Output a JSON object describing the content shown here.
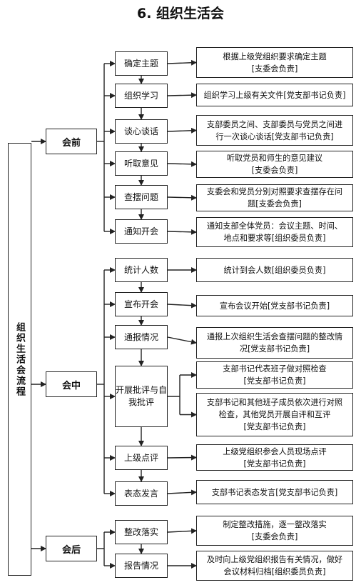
{
  "title": "6. 组织生活会",
  "root": "组织生活会流程",
  "phases": [
    {
      "label": "会前",
      "steps": [
        {
          "label": "确定主题",
          "details": [
            [
              "根据上级党组织要求确定主题",
              "[支委会负责]"
            ]
          ]
        },
        {
          "label": "组织学习",
          "details": [
            [
              "组织学习上级有关文件[党支部书记负责]"
            ]
          ]
        },
        {
          "label": "谈心谈话",
          "details": [
            [
              "支部委员之间、支部委员与党员之间进",
              "行一次谈心谈话[党支部书记负责]"
            ]
          ]
        },
        {
          "label": "听取意见",
          "details": [
            [
              "听取党员和师生的意见建议",
              "[支委会负责]"
            ]
          ]
        },
        {
          "label": "查摆问题",
          "details": [
            [
              "支委会和党员分别对照要求查摆存在问",
              "题[支委会负责]"
            ]
          ]
        },
        {
          "label": "通知开会",
          "details": [
            [
              "通知支部全体党员：会议主题、时间、",
              "地点和要求等[组织委员负责]"
            ]
          ]
        }
      ]
    },
    {
      "label": "会中",
      "steps": [
        {
          "label": "统计人数",
          "details": [
            [
              "统计到会人数[组织委员负责]"
            ]
          ]
        },
        {
          "label": "宣布开会",
          "details": [
            [
              "宣布会议开始[党支部书记负责]"
            ]
          ]
        },
        {
          "label": "通报情况",
          "details": [
            [
              "通报上次组织生活会查摆问题的整改情",
              "况[党支部书记负责]"
            ]
          ]
        },
        {
          "label": "开展批评与自我批评",
          "details": [
            [
              "支部书记代表班子做对照检查",
              "[党支部书记负责]"
            ],
            [
              "支部书记和其他班子成员依次进行对照",
              "检查，其他党员开展自评和互评",
              "[党支部书记负责]"
            ]
          ]
        },
        {
          "label": "上级点评",
          "details": [
            [
              "上级党组织参会人员现场点评",
              "[党支部书记负责]"
            ]
          ]
        },
        {
          "label": "表态发言",
          "details": [
            [
              "支部书记表态发言[党支部书记负责]"
            ]
          ]
        }
      ]
    },
    {
      "label": "会后",
      "steps": [
        {
          "label": "整改落实",
          "details": [
            [
              "制定整改措施，逐一整改落实",
              "[支委会负责]"
            ]
          ]
        },
        {
          "label": "报告情况",
          "details": [
            [
              "及时向上级党组织报告有关情况，做好",
              "会议材料归档[组织委员负责]"
            ]
          ]
        }
      ]
    }
  ]
}
